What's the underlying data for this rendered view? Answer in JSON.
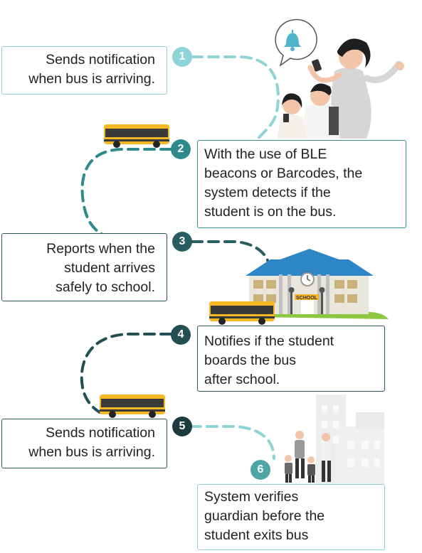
{
  "colors": {
    "step1": "#8fd3d5",
    "step2": "#2f8a8c",
    "step3": "#285d62",
    "step4": "#234f54",
    "step5": "#1d3b3f",
    "step6": "#4da5a6",
    "border_light": "#8fd3d5",
    "border_mid": "#3a8f91",
    "border_dark": "#27595d",
    "bus": "#f5b724",
    "roof": "#2f86c6",
    "grass": "#8dc63f"
  },
  "steps": [
    {
      "number": "1",
      "text": "Sends notification\nwhen bus is arriving."
    },
    {
      "number": "2",
      "text": "With the use of BLE\nbeacons or Barcodes, the\nsystem detects if the\nstudent is on the bus."
    },
    {
      "number": "3",
      "text": "Reports when the\nstudent arrives\nsafely to school."
    },
    {
      "number": "4",
      "text": "Notifies if the student\nboards the bus\nafter school."
    },
    {
      "number": "5",
      "text": "Sends notification\nwhen bus is arriving."
    },
    {
      "number": "6",
      "text": "System verifies\nguardian before the\nstudent exits bus"
    }
  ],
  "school_sign": "SCHOOL"
}
